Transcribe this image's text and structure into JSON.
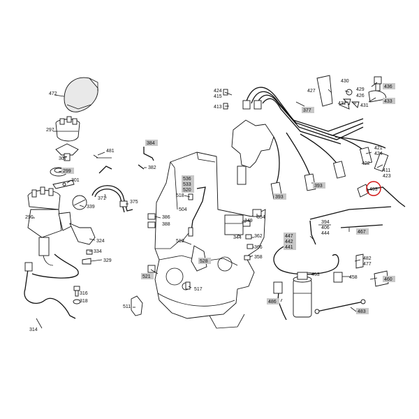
{
  "diagram": {
    "selected_part": "493",
    "colors": {
      "highlight_box": "#c8c8c8",
      "selected_circle": "#d01010",
      "ink": "#111111"
    },
    "labels": [
      {
        "id": "p472",
        "text": "472",
        "hl": false
      },
      {
        "id": "p297",
        "text": "297",
        "hl": false
      },
      {
        "id": "p307",
        "text": "307",
        "hl": false
      },
      {
        "id": "p299",
        "text": "299",
        "hl": true
      },
      {
        "id": "p301",
        "text": "301",
        "hl": false
      },
      {
        "id": "p290",
        "text": "290",
        "hl": false
      },
      {
        "id": "p339",
        "text": "339",
        "hl": false
      },
      {
        "id": "p324",
        "text": "324",
        "hl": false
      },
      {
        "id": "p334",
        "text": "334",
        "hl": false
      },
      {
        "id": "p329",
        "text": "329",
        "hl": false
      },
      {
        "id": "p314",
        "text": "314",
        "hl": false
      },
      {
        "id": "p316",
        "text": "316",
        "hl": false
      },
      {
        "id": "p318",
        "text": "318",
        "hl": false
      },
      {
        "id": "p481",
        "text": "481",
        "hl": false
      },
      {
        "id": "p371",
        "text": "371",
        "hl": false
      },
      {
        "id": "p375",
        "text": "375",
        "hl": false
      },
      {
        "id": "p384",
        "text": "384",
        "hl": true
      },
      {
        "id": "p382",
        "text": "382",
        "hl": false
      },
      {
        "id": "p536",
        "text": "536",
        "hl": true
      },
      {
        "id": "p533",
        "text": "533",
        "hl": true
      },
      {
        "id": "p520",
        "text": "520",
        "hl": true
      },
      {
        "id": "p518",
        "text": "518",
        "hl": false
      },
      {
        "id": "p504",
        "text": "504",
        "hl": false
      },
      {
        "id": "p386",
        "text": "386",
        "hl": false
      },
      {
        "id": "p388",
        "text": "388",
        "hl": false
      },
      {
        "id": "p519",
        "text": "519",
        "hl": false
      },
      {
        "id": "p528",
        "text": "528",
        "hl": true
      },
      {
        "id": "p521",
        "text": "521",
        "hl": true
      },
      {
        "id": "p517",
        "text": "517",
        "hl": false
      },
      {
        "id": "p511",
        "text": "511",
        "hl": false
      },
      {
        "id": "p424",
        "text": "424",
        "hl": false
      },
      {
        "id": "p415",
        "text": "415",
        "hl": false
      },
      {
        "id": "p413",
        "text": "413",
        "hl": false
      },
      {
        "id": "p377",
        "text": "377",
        "hl": true
      },
      {
        "id": "p427",
        "text": "427",
        "hl": false
      },
      {
        "id": "p430",
        "text": "430",
        "hl": false
      },
      {
        "id": "p429",
        "text": "429",
        "hl": false
      },
      {
        "id": "p426",
        "text": "426",
        "hl": false
      },
      {
        "id": "p436",
        "text": "436",
        "hl": true
      },
      {
        "id": "p432",
        "text": "432",
        "hl": false
      },
      {
        "id": "p431",
        "text": "431",
        "hl": false
      },
      {
        "id": "p433",
        "text": "433",
        "hl": true
      },
      {
        "id": "p421",
        "text": "421",
        "hl": false
      },
      {
        "id": "p424b",
        "text": "424",
        "hl": false
      },
      {
        "id": "p402",
        "text": "402",
        "hl": false
      },
      {
        "id": "p411",
        "text": "411",
        "hl": false
      },
      {
        "id": "p423",
        "text": "423",
        "hl": false
      },
      {
        "id": "p493",
        "text": "493",
        "hl": false
      },
      {
        "id": "p393a",
        "text": "393",
        "hl": true
      },
      {
        "id": "p393b",
        "text": "393",
        "hl": true
      },
      {
        "id": "p354",
        "text": "354",
        "hl": false
      },
      {
        "id": "p349",
        "text": "349",
        "hl": false
      },
      {
        "id": "p344",
        "text": "344",
        "hl": false
      },
      {
        "id": "p362",
        "text": "362",
        "hl": false
      },
      {
        "id": "p366",
        "text": "366",
        "hl": false
      },
      {
        "id": "p358",
        "text": "358",
        "hl": false
      },
      {
        "id": "p394",
        "text": "394",
        "hl": false
      },
      {
        "id": "p406",
        "text": "406",
        "hl": false
      },
      {
        "id": "p444",
        "text": "444",
        "hl": false
      },
      {
        "id": "p447",
        "text": "447",
        "hl": true
      },
      {
        "id": "p442",
        "text": "442",
        "hl": true
      },
      {
        "id": "p441",
        "text": "441",
        "hl": true
      },
      {
        "id": "p467",
        "text": "467",
        "hl": true
      },
      {
        "id": "p482",
        "text": "482",
        "hl": false
      },
      {
        "id": "p477",
        "text": "477",
        "hl": false
      },
      {
        "id": "p453",
        "text": "453",
        "hl": false
      },
      {
        "id": "p458",
        "text": "458",
        "hl": false
      },
      {
        "id": "p460",
        "text": "460",
        "hl": true
      },
      {
        "id": "p486",
        "text": "486",
        "hl": true
      },
      {
        "id": "p483",
        "text": "483",
        "hl": true
      }
    ]
  }
}
